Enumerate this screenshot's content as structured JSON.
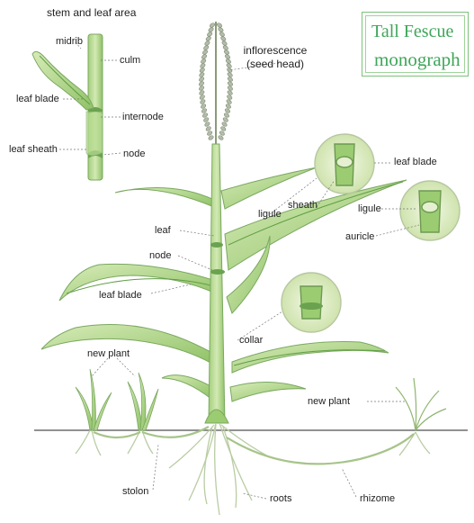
{
  "labels": {
    "stem_leaf_area": "stem and leaf area",
    "midrib": "midrib",
    "culm": "culm",
    "leaf_blade_top": "leaf blade",
    "internode": "internode",
    "leaf_sheath": "leaf sheath",
    "node_top": "node",
    "inflorescence_line1": "inflorescence",
    "inflorescence_line2": "(seed head)",
    "leaf_blade_right": "leaf blade",
    "sheath": "sheath",
    "ligule_mid": "ligule",
    "ligule_right": "ligule",
    "auricle": "auricle",
    "leaf": "leaf",
    "node_mid": "node",
    "leaf_blade_left": "leaf blade",
    "collar": "collar",
    "new_plant_left": "new plant",
    "new_plant_right": "new plant",
    "stolon": "stolon",
    "roots": "roots",
    "rhizome": "rhizome"
  },
  "logo": {
    "line1": "Tall Fescue",
    "line2": "monograph"
  },
  "colors": {
    "leaf_light": "#c6e0a0",
    "leaf_mid": "#9ccc72",
    "leaf_dark": "#5f9e45",
    "stem": "#b4d88e",
    "outline": "#7aa860",
    "ground": "#6d6d6d",
    "root": "#c9d8b6",
    "logo_green": "#3fa65a",
    "inset_fill": "#e6f1d2"
  }
}
